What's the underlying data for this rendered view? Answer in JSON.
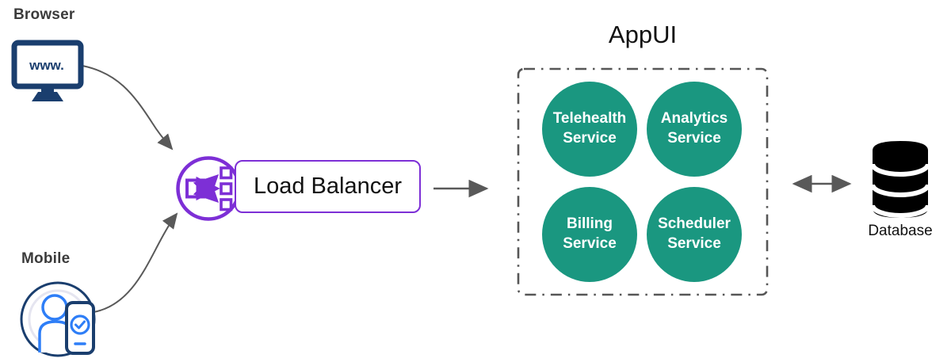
{
  "diagram": {
    "browser": {
      "label": "Browser",
      "screen_text": "www."
    },
    "mobile": {
      "label": "Mobile"
    },
    "load_balancer": {
      "label": "Load Balancer"
    },
    "app_ui": {
      "title": "AppUI",
      "services": [
        {
          "label": "Telehealth Service"
        },
        {
          "label": "Analytics Service"
        },
        {
          "label": "Billing Service"
        },
        {
          "label": "Scheduler Service"
        }
      ]
    },
    "database": {
      "label": "Database"
    },
    "colors": {
      "service_fill": "#1a9780",
      "client_navy": "#1a3e6e",
      "client_blue": "#2e7ef7",
      "load_balancer_purple": "#7d2fd6",
      "arrow_gray": "#595959",
      "database_black": "#000000"
    }
  }
}
